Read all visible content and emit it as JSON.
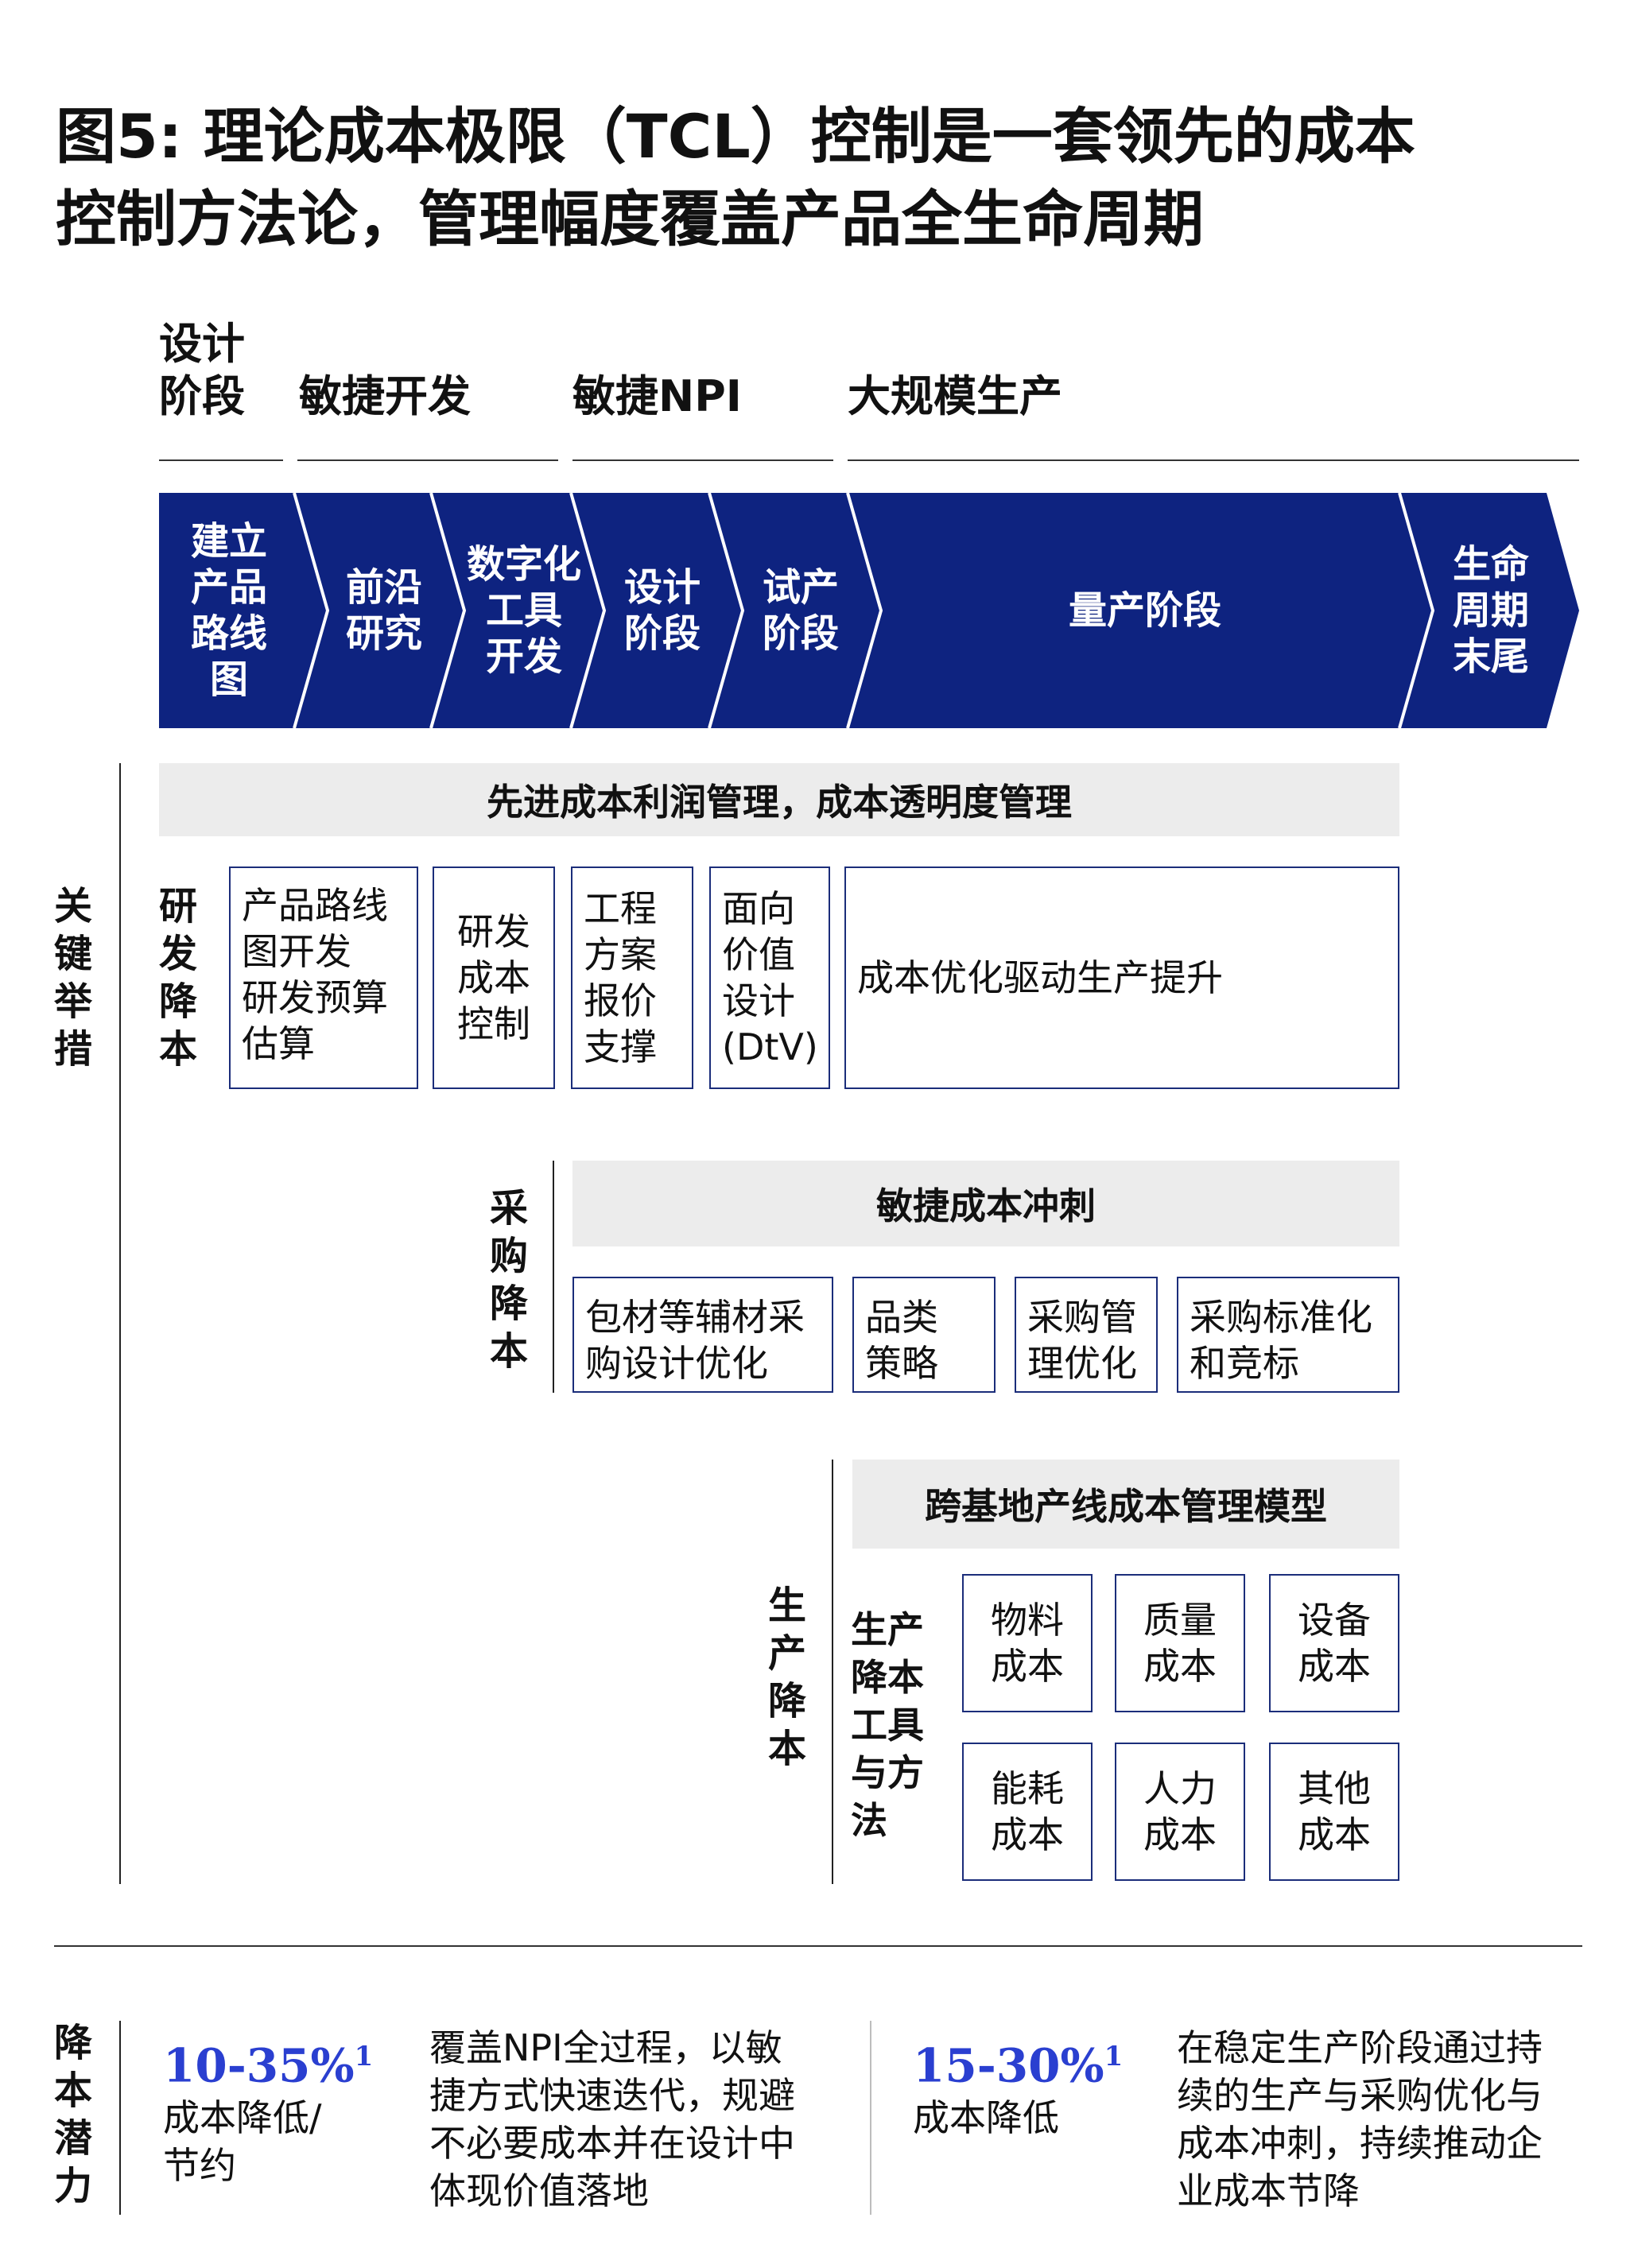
{
  "title": {
    "line1": "图5: 理论成本极限（TCL）控制是一套领先的成本",
    "line2": "控制方法论，管理幅度覆盖产品全生命周期"
  },
  "phases": [
    {
      "line1": "设计",
      "line2": "阶段"
    },
    {
      "line1": "",
      "line2": "敏捷开发"
    },
    {
      "line1": "",
      "line2": "敏捷NPI"
    },
    {
      "line1": "",
      "line2": "大规模生产"
    }
  ],
  "banner": {
    "color": "#0e2380",
    "steps": [
      {
        "label": "建立\n产品\n路线\n图"
      },
      {
        "label": "前沿\n研究"
      },
      {
        "label": "数字化\n工具\n开发"
      },
      {
        "label": "设计\n阶段"
      },
      {
        "label": "试产\n阶段"
      },
      {
        "label": "量产阶段"
      },
      {
        "label": "生命\n周期\n末尾"
      }
    ]
  },
  "key_measures_label": "关\n键\n举\n措",
  "rd": {
    "label": "研\n发\n降\n本",
    "bar": "先进成本利润管理，成本透明度管理",
    "boxes": [
      "产品路线\n图开发\n研发预算\n估算",
      "研发\n成本\n控制",
      "工程\n方案\n报价\n支撑",
      "面向\n价值\n设计\n(DtV)",
      "成本优化驱动生产提升"
    ]
  },
  "procurement": {
    "label": "采\n购\n降\n本",
    "bar": "敏捷成本冲刺",
    "boxes": [
      "包材等辅材采\n购设计优化",
      "品类\n策略",
      "采购管\n理优化",
      "采购标准化\n和竞标"
    ]
  },
  "production": {
    "label": "生\n产\n降\n本",
    "bar": "跨基地产线成本管理模型",
    "tools_label": "生产\n降本\n工具\n与方\n法",
    "boxes": [
      "物料\n成本",
      "质量\n成本",
      "设备\n成本",
      "能耗\n成本",
      "人力\n成本",
      "其他\n成本"
    ]
  },
  "potential": {
    "label": "降\n本\n潜\n力",
    "left": {
      "pct": "10-35%",
      "sup": "1",
      "sub": "成本降低/\n节约",
      "desc": "覆盖NPI全过程，以敏\n捷方式快速迭代，规避\n不必要成本并在设计中\n体现价值落地"
    },
    "right": {
      "pct": "15-30%",
      "sup": "1",
      "sub": "成本降低",
      "desc": "在稳定生产阶段通过持\n续的生产与采购优化与\n成本冲刺，持续推动企\n业成本节降"
    }
  }
}
